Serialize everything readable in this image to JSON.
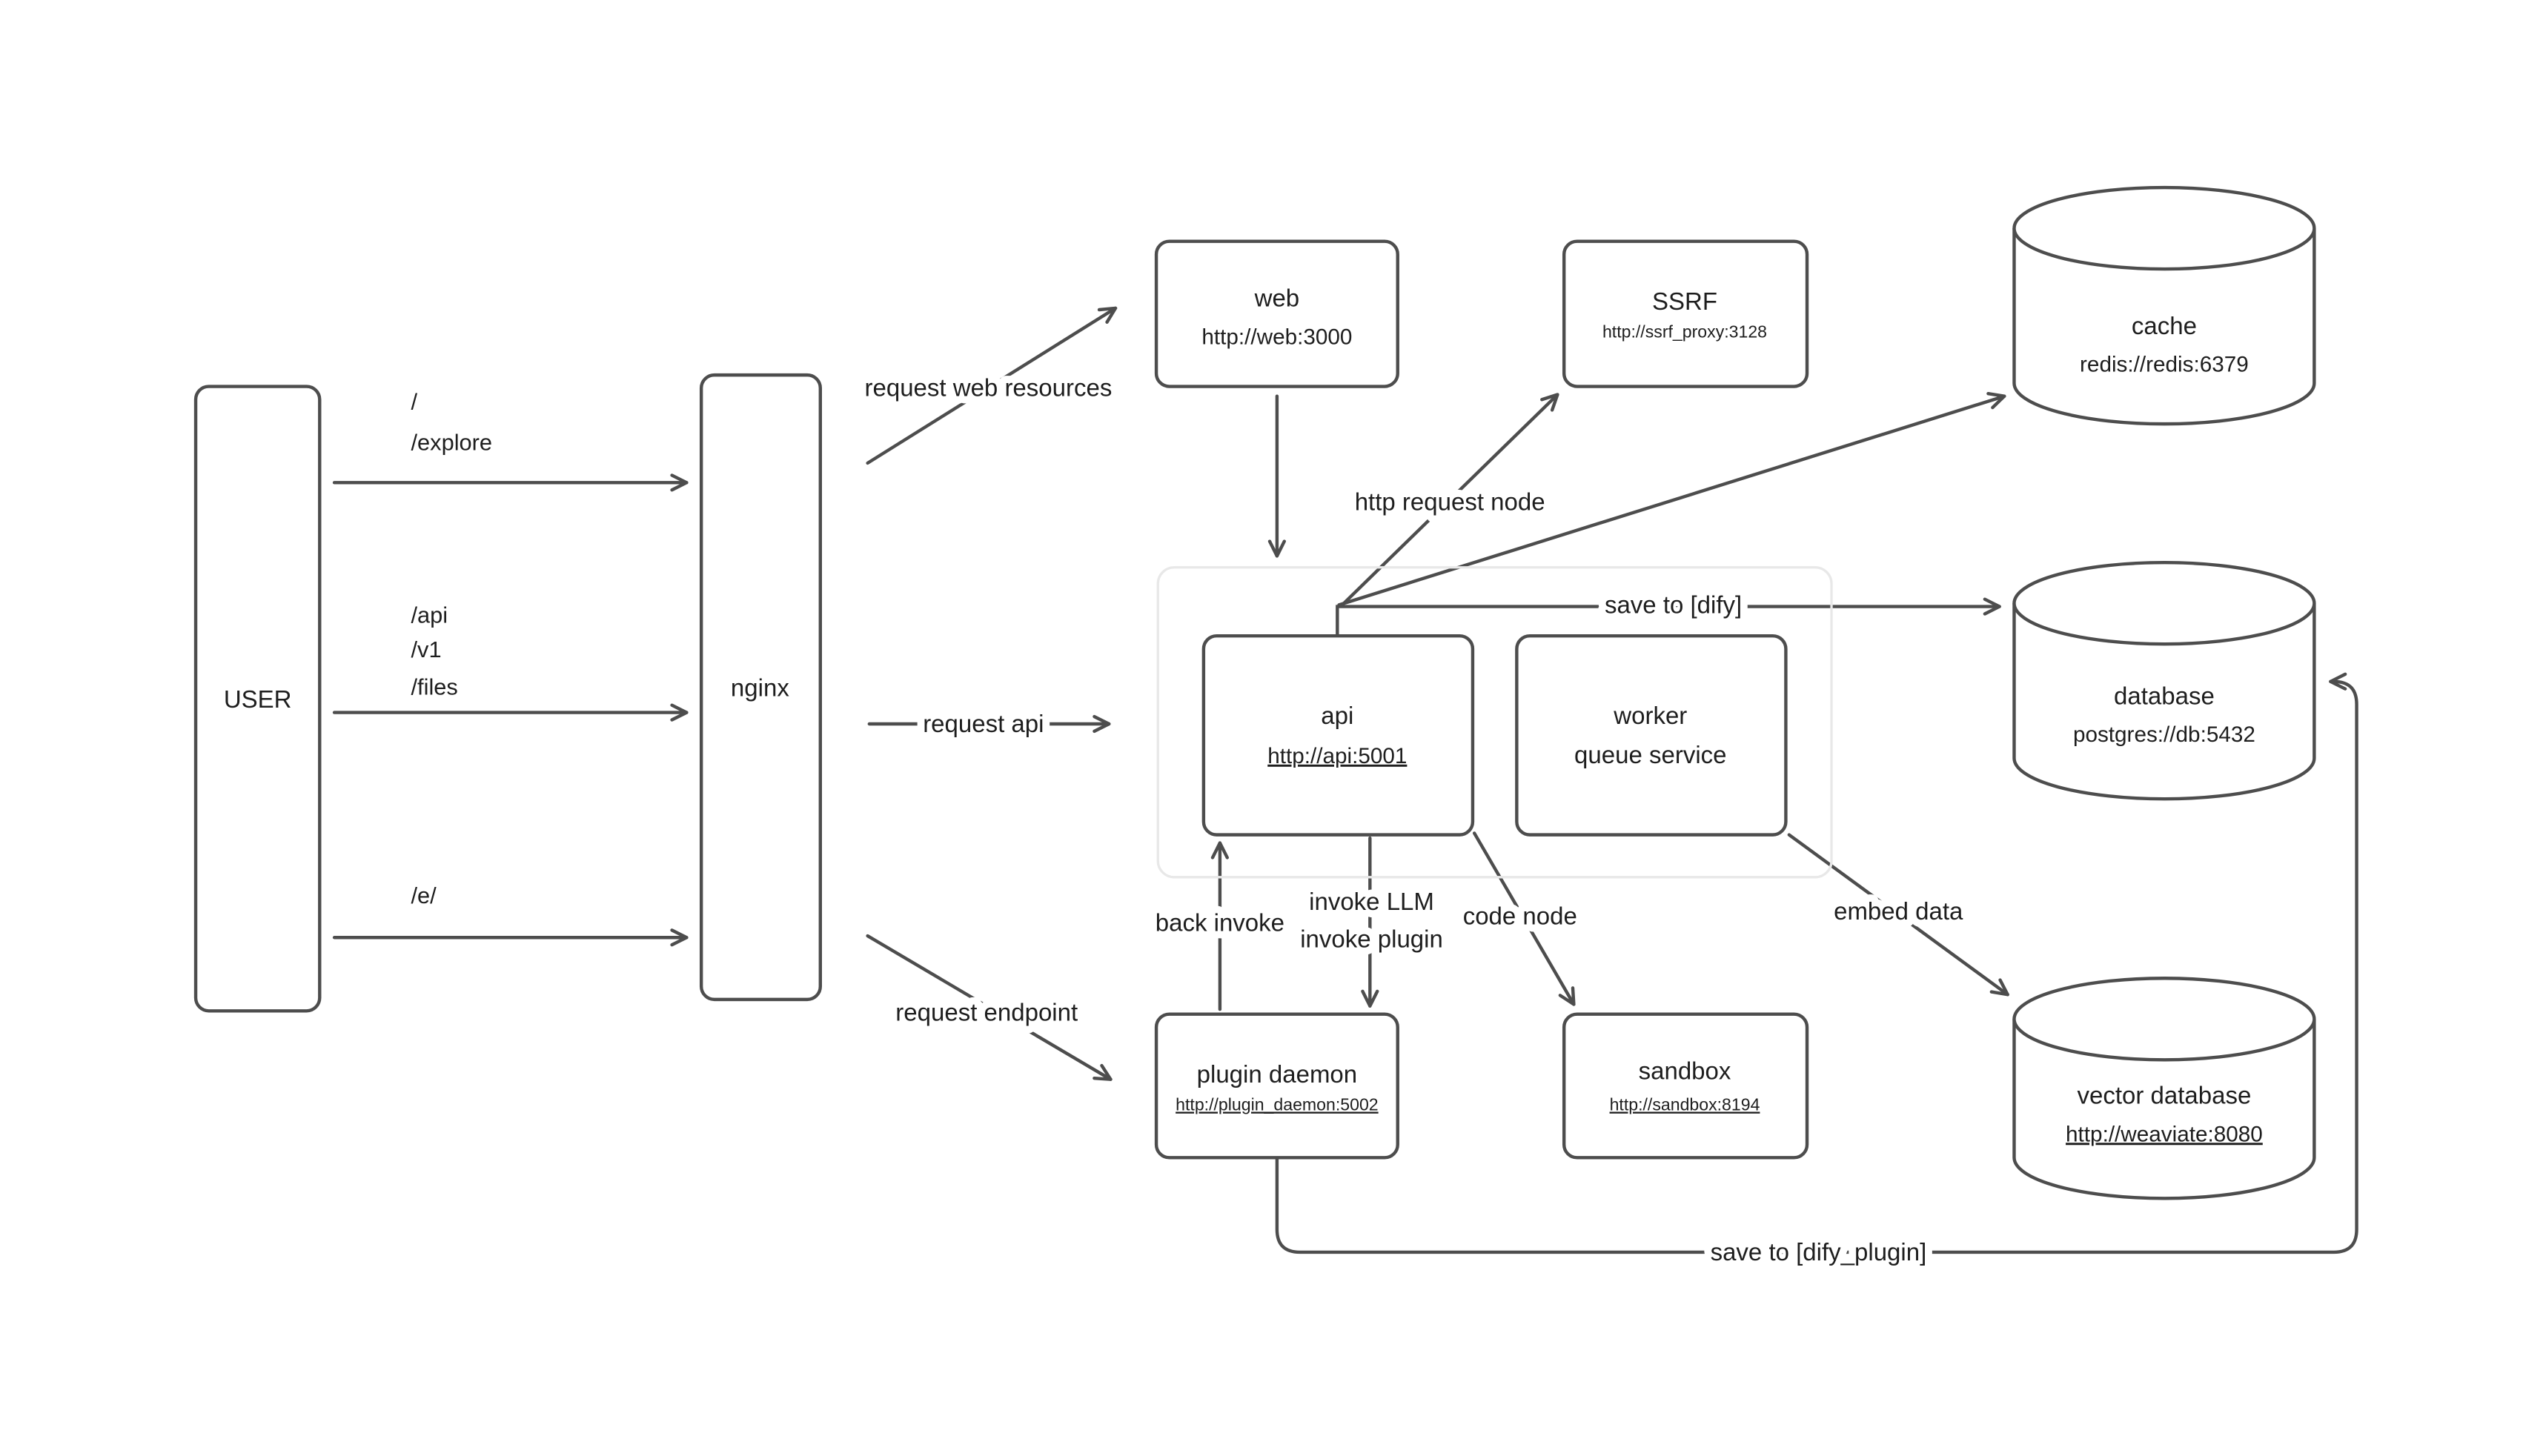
{
  "diagram": {
    "nodes": {
      "user": {
        "label": "USER"
      },
      "nginx": {
        "label": "nginx"
      },
      "web": {
        "label": "web",
        "url": "http://web:3000"
      },
      "ssrf": {
        "label": "SSRF",
        "url": "http://ssrf_proxy:3128"
      },
      "cache": {
        "label": "cache",
        "url": "redis://redis:6379"
      },
      "api": {
        "label": "api",
        "url": "http://api:5001"
      },
      "worker": {
        "label": "worker",
        "sublabel": "queue service"
      },
      "database": {
        "label": "database",
        "url": "postgres://db:5432"
      },
      "plugin_daemon": {
        "label": "plugin daemon",
        "url": "http://plugin_daemon:5002"
      },
      "sandbox": {
        "label": "sandbox",
        "url": "http://sandbox:8194"
      },
      "vector_database": {
        "label": "vector database",
        "url": "http://weaviate:8080"
      }
    },
    "edges": {
      "user_to_nginx_web": {
        "labels": [
          "/",
          "/explore"
        ]
      },
      "user_to_nginx_api": {
        "labels": [
          "/api",
          "/v1",
          "/files"
        ]
      },
      "user_to_nginx_e": {
        "labels": [
          "/e/"
        ]
      },
      "nginx_to_web": {
        "label": "request web resources"
      },
      "nginx_to_api": {
        "label": "request api"
      },
      "nginx_to_plugin_daemon": {
        "label": "request endpoint"
      },
      "api_to_ssrf": {
        "label": "http request node"
      },
      "api_to_database": {
        "label": "save to [dify]"
      },
      "plugin_daemon_to_api": {
        "label": "back invoke"
      },
      "api_to_plugin_daemon": {
        "labels": [
          "invoke LLM",
          "invoke plugin"
        ]
      },
      "api_to_sandbox": {
        "label": "code node"
      },
      "worker_to_vector_database": {
        "label": "embed data"
      },
      "plugin_daemon_to_database": {
        "label": "save to [dify_plugin]"
      }
    },
    "colors": {
      "stroke": "#4d4d4d",
      "text": "#1e1e1e",
      "cluster_border": "#e8e8e8",
      "background": "#ffffff"
    }
  }
}
